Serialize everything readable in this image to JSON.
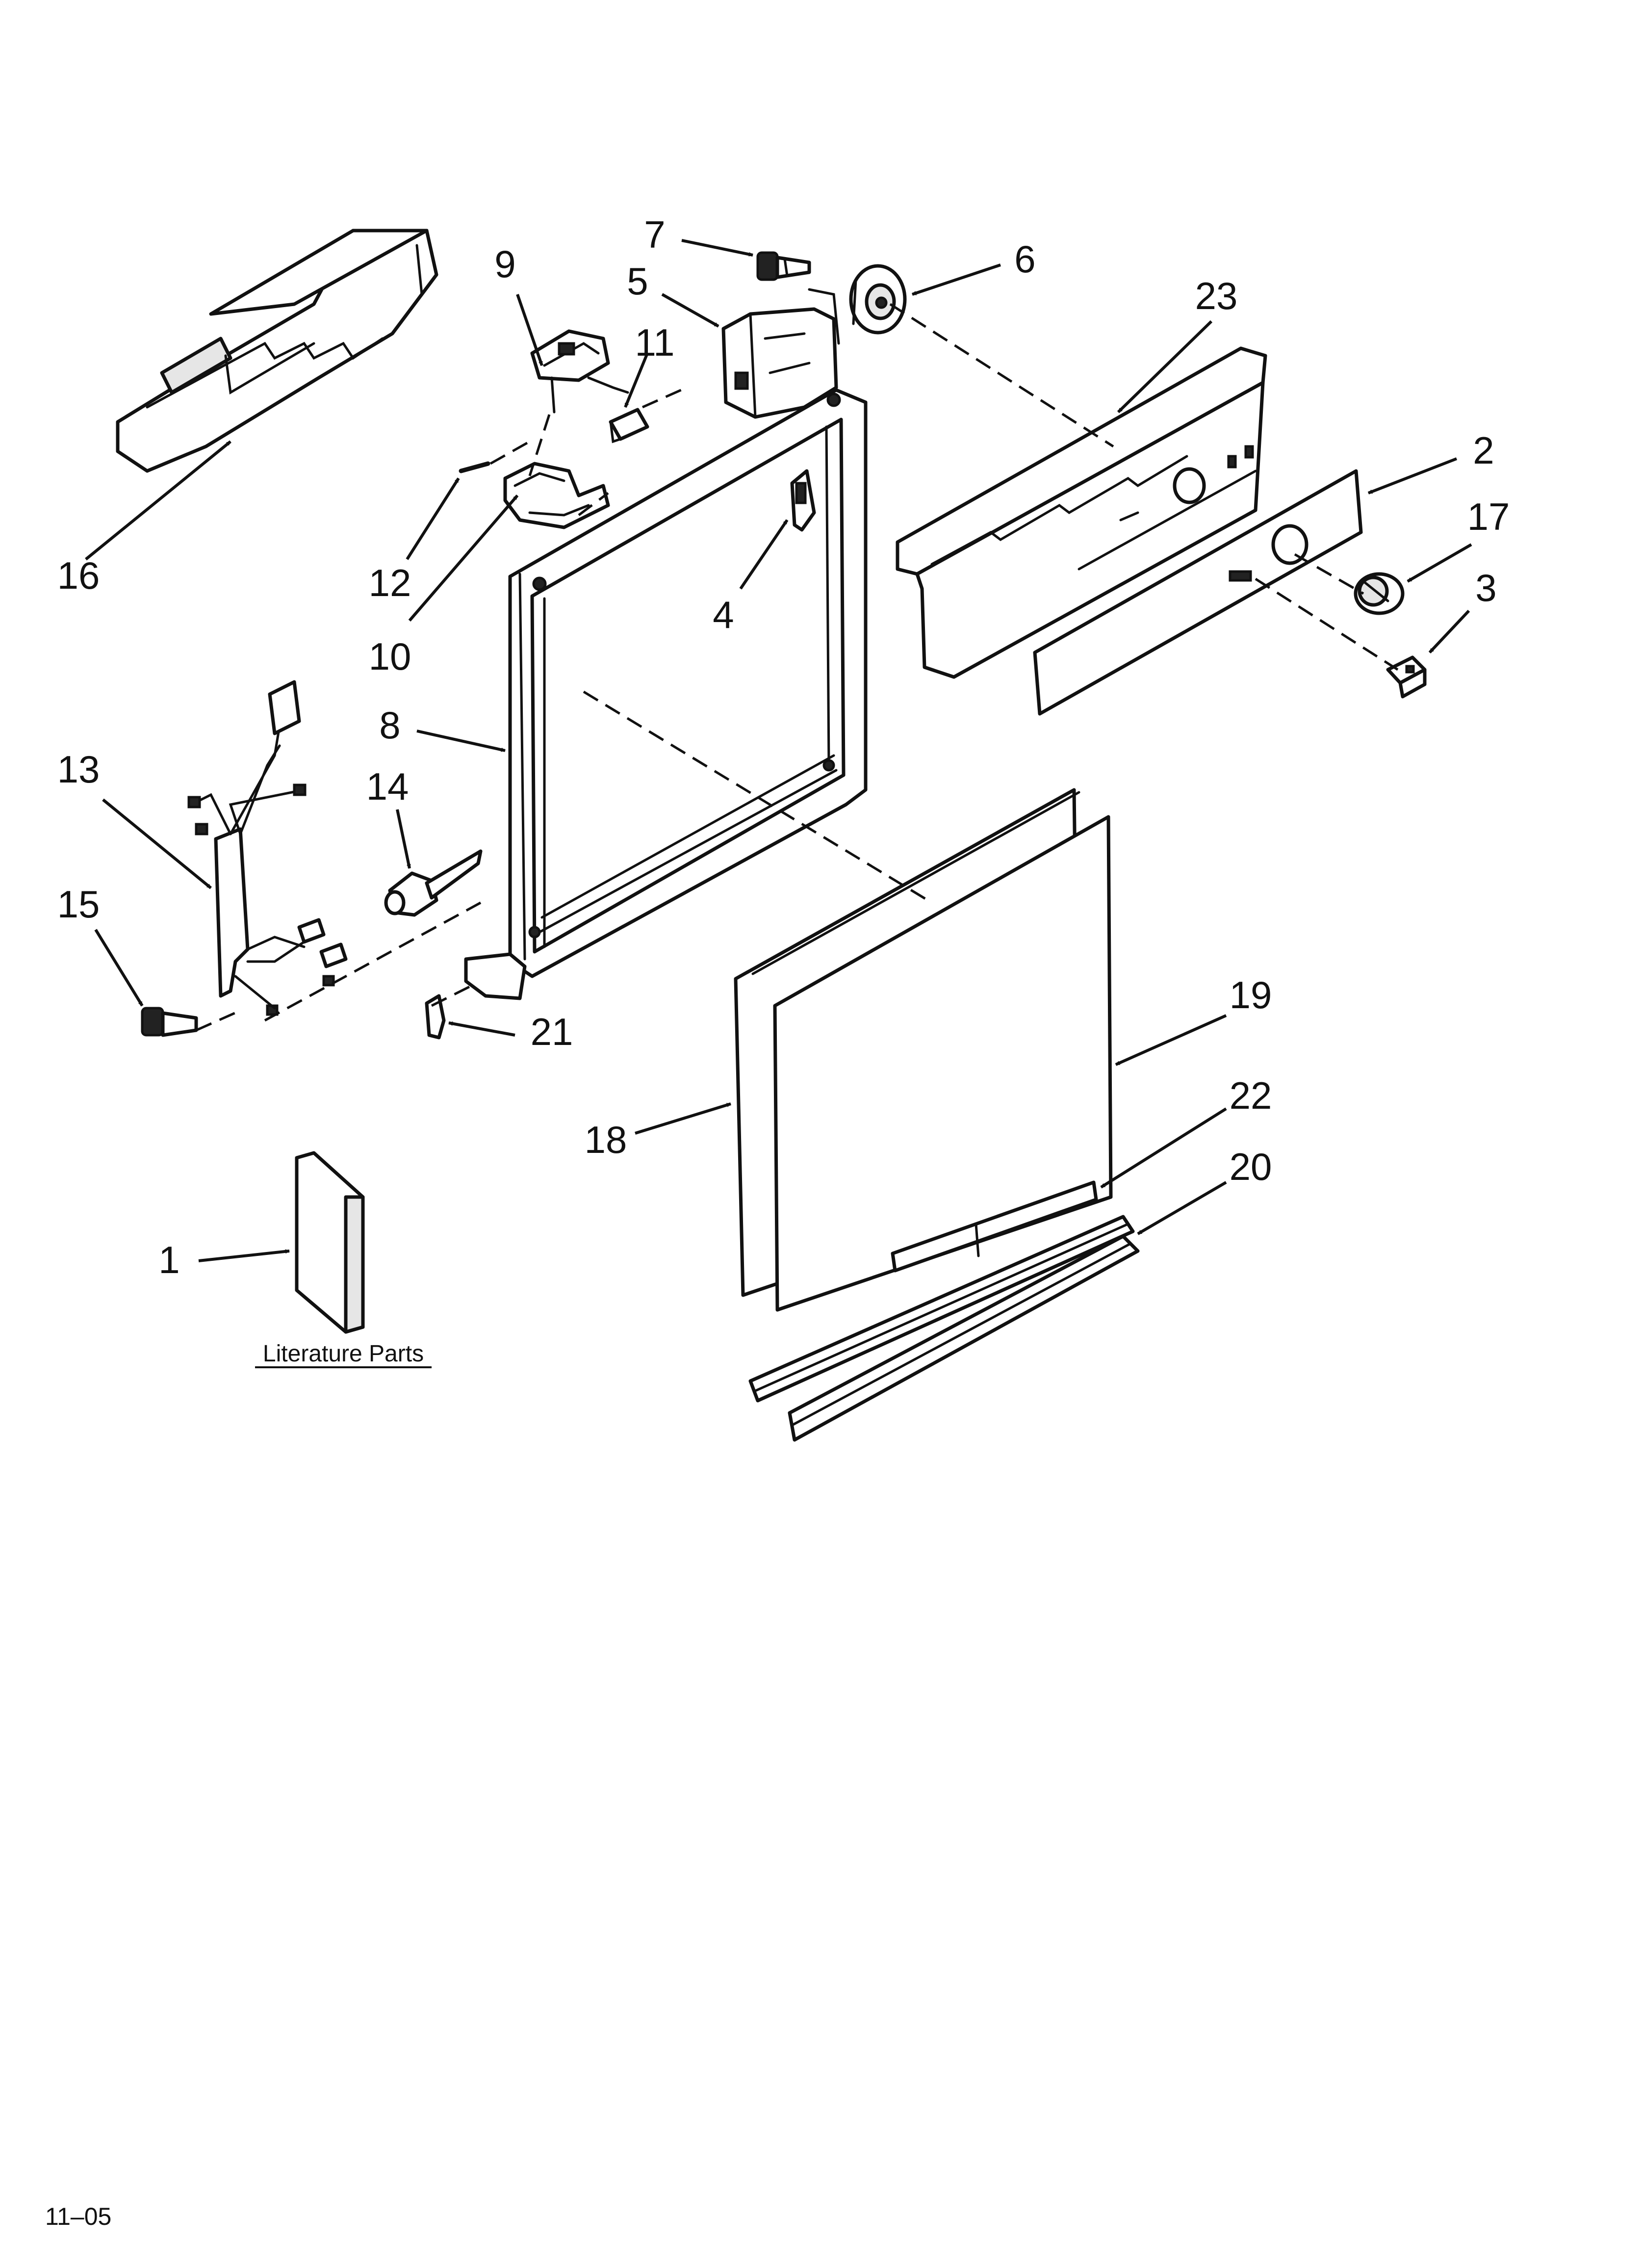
{
  "callouts": [
    {
      "id": "c1",
      "label": "1"
    },
    {
      "id": "c2",
      "label": "2"
    },
    {
      "id": "c3",
      "label": "3"
    },
    {
      "id": "c4",
      "label": "4"
    },
    {
      "id": "c5",
      "label": "5"
    },
    {
      "id": "c6",
      "label": "6"
    },
    {
      "id": "c7",
      "label": "7"
    },
    {
      "id": "c8",
      "label": "8"
    },
    {
      "id": "c9",
      "label": "9"
    },
    {
      "id": "c10",
      "label": "10"
    },
    {
      "id": "c11",
      "label": "11"
    },
    {
      "id": "c12",
      "label": "12"
    },
    {
      "id": "c13",
      "label": "13"
    },
    {
      "id": "c14",
      "label": "14"
    },
    {
      "id": "c15",
      "label": "15"
    },
    {
      "id": "c16",
      "label": "16"
    },
    {
      "id": "c17",
      "label": "17"
    },
    {
      "id": "c18",
      "label": "18"
    },
    {
      "id": "c19",
      "label": "19"
    },
    {
      "id": "c20",
      "label": "20"
    },
    {
      "id": "c21",
      "label": "21"
    },
    {
      "id": "c22",
      "label": "22"
    },
    {
      "id": "c23",
      "label": "23"
    }
  ],
  "literature_label": "Literature Parts",
  "footer_code": "11–05"
}
